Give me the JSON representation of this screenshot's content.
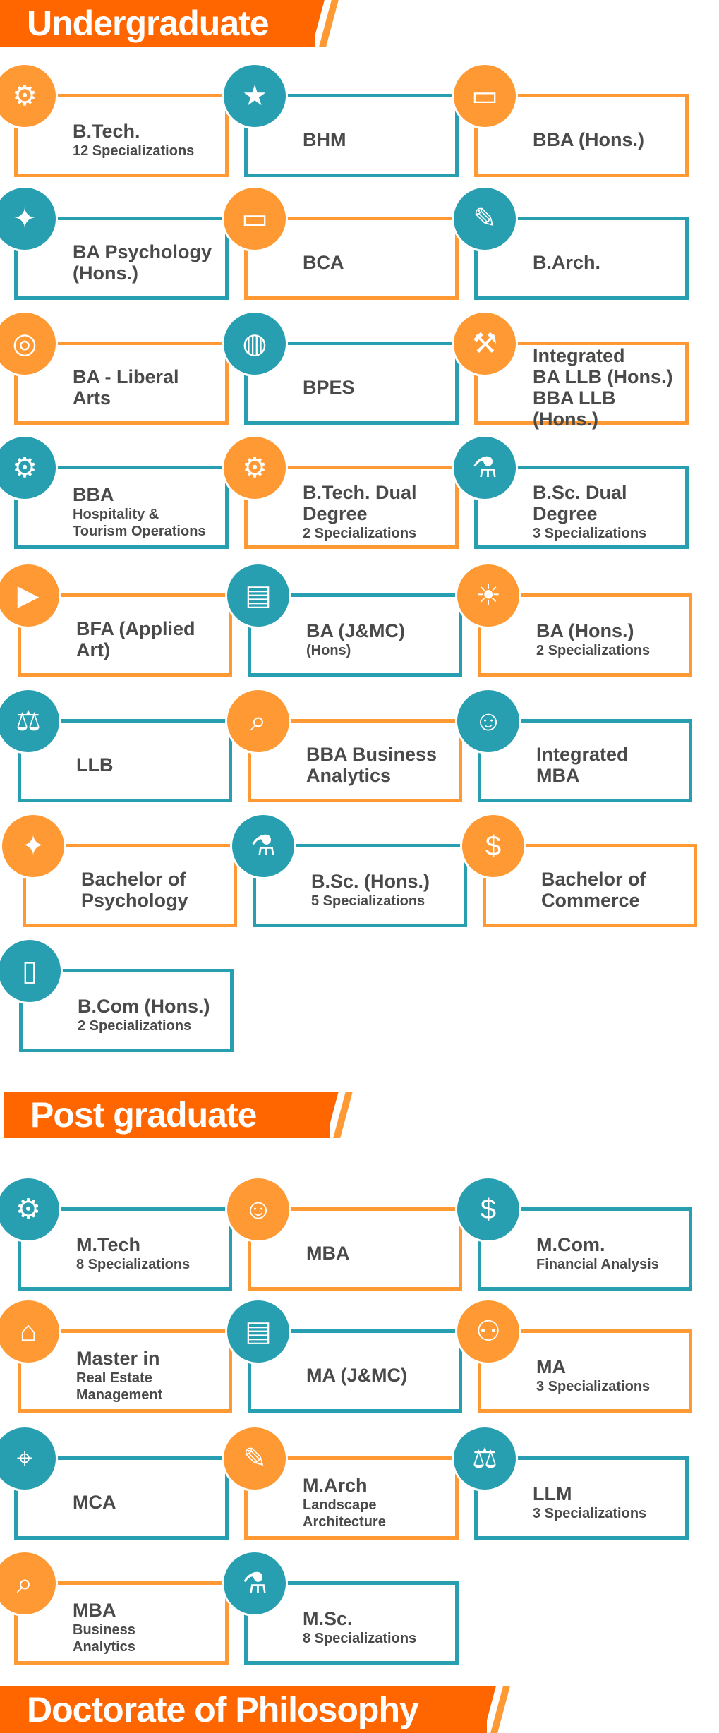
{
  "colors": {
    "banner": "#ff6600",
    "orange": "#ff9933",
    "teal": "#279fb0",
    "text": "#4a4a4a"
  },
  "sections": [
    {
      "title": "Undergraduate",
      "cards": [
        {
          "title": [
            "B.Tech."
          ],
          "sub": [
            "12 Specializations"
          ],
          "color": "orange",
          "icon": "lightbulb-gears-icon"
        },
        {
          "title": [
            "BHM"
          ],
          "sub": [],
          "color": "teal",
          "icon": "hotel-icon"
        },
        {
          "title": [
            "BBA (Hons.)"
          ],
          "sub": [],
          "color": "orange",
          "icon": "monitor-icon"
        },
        {
          "title": [
            "BA Psychology",
            "(Hons.)"
          ],
          "sub": [],
          "color": "teal",
          "icon": "head-puzzle-icon"
        },
        {
          "title": [
            "BCA"
          ],
          "sub": [],
          "color": "orange",
          "icon": "monitor-icon"
        },
        {
          "title": [
            "B.Arch."
          ],
          "sub": [],
          "color": "teal",
          "icon": "blueprint-pencil-icon"
        },
        {
          "title": [
            "BA - Liberal",
            "Arts"
          ],
          "sub": [],
          "color": "orange",
          "icon": "head-mind-icon"
        },
        {
          "title": [
            "BPES"
          ],
          "sub": [],
          "color": "teal",
          "icon": "sports-balls-icon"
        },
        {
          "title": [
            "Integrated",
            "BA LLB (Hons.)",
            "BBA LLB (Hons.)"
          ],
          "sub": [],
          "color": "orange",
          "icon": "gavel-icon"
        },
        {
          "title": [
            "BBA"
          ],
          "sub": [
            "Hospitality &",
            "Tourism Operations"
          ],
          "color": "teal",
          "icon": "lightbulb-gears-icon"
        },
        {
          "title": [
            "B.Tech. Dual",
            "Degree"
          ],
          "sub": [
            "2 Specializations"
          ],
          "color": "orange",
          "icon": "lightbulb-gears-icon"
        },
        {
          "title": [
            "B.Sc. Dual",
            "Degree"
          ],
          "sub": [
            "3 Specializations"
          ],
          "color": "teal",
          "icon": "science-monitor-icon"
        },
        {
          "title": [
            "BFA (Applied",
            "Art)"
          ],
          "sub": [],
          "color": "orange",
          "icon": "video-camera-icon"
        },
        {
          "title": [
            "BA (J&MC)"
          ],
          "sub": [
            "(Hons)"
          ],
          "color": "teal",
          "icon": "clapperboard-icon"
        },
        {
          "title": [
            "BA (Hons.)"
          ],
          "sub": [
            "2 Specializations"
          ],
          "color": "orange",
          "icon": "head-lightbulb-icon"
        },
        {
          "title": [
            "LLB"
          ],
          "sub": [],
          "color": "teal",
          "icon": "scales-hand-icon"
        },
        {
          "title": [
            "BBA Business",
            "Analytics"
          ],
          "sub": [],
          "color": "orange",
          "icon": "analytics-search-icon"
        },
        {
          "title": [
            "Integrated",
            "MBA"
          ],
          "sub": [],
          "color": "teal",
          "icon": "businessman-icon"
        },
        {
          "title": [
            "Bachelor of",
            "Psychology"
          ],
          "sub": [],
          "color": "orange",
          "icon": "head-puzzle-icon"
        },
        {
          "title": [
            "B.Sc. (Hons.)"
          ],
          "sub": [
            "5 Specializations"
          ],
          "color": "teal",
          "icon": "science-monitor-icon"
        },
        {
          "title": [
            "Bachelor of",
            "Commerce"
          ],
          "sub": [],
          "color": "orange",
          "icon": "calculator-invoice-icon"
        },
        {
          "title": [
            "B.Com (Hons.)"
          ],
          "sub": [
            "2 Specializations"
          ],
          "color": "teal",
          "icon": "mobile-shopping-icon"
        }
      ]
    },
    {
      "title": "Post graduate",
      "cards": [
        {
          "title": [
            "M.Tech"
          ],
          "sub": [
            "8 Specializations"
          ],
          "color": "teal",
          "icon": "lightbulb-gears-icon"
        },
        {
          "title": [
            "MBA"
          ],
          "sub": [],
          "color": "orange",
          "icon": "businessman-icon"
        },
        {
          "title": [
            "M.Com."
          ],
          "sub": [
            "Financial Analysis"
          ],
          "color": "teal",
          "icon": "calculator-invoice-icon"
        },
        {
          "title": [
            "Master in"
          ],
          "sub": [
            "Real Estate",
            "Management"
          ],
          "color": "orange",
          "icon": "house-hand-icon"
        },
        {
          "title": [
            "MA (J&MC)"
          ],
          "sub": [],
          "color": "teal",
          "icon": "clapperboard-icon"
        },
        {
          "title": [
            "MA"
          ],
          "sub": [
            "3 Specializations"
          ],
          "color": "orange",
          "icon": "people-network-icon"
        },
        {
          "title": [
            "MCA"
          ],
          "sub": [],
          "color": "teal",
          "icon": "computer-click-icon"
        },
        {
          "title": [
            "M.Arch"
          ],
          "sub": [
            "Landscape",
            "Architecture"
          ],
          "color": "orange",
          "icon": "blueprint-pencil-icon"
        },
        {
          "title": [
            "LLM"
          ],
          "sub": [
            "3 Specializations"
          ],
          "color": "teal",
          "icon": "scales-hand-icon"
        },
        {
          "title": [
            "MBA"
          ],
          "sub": [
            "Business",
            "Analytics"
          ],
          "color": "orange",
          "icon": "analytics-search-icon"
        },
        {
          "title": [
            "M.Sc."
          ],
          "sub": [
            "8 Specializations"
          ],
          "color": "teal",
          "icon": "science-monitor-icon"
        }
      ]
    },
    {
      "title": "Doctorate of Philosophy",
      "cards": []
    }
  ]
}
